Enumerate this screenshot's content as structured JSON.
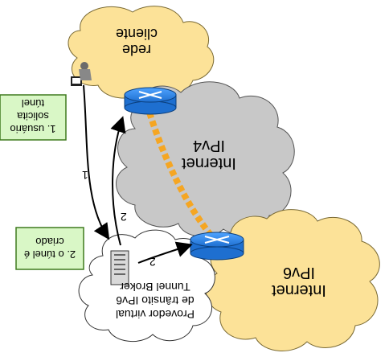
{
  "diagram": {
    "clouds": {
      "client_network": "rede\ncliente",
      "ipv4_internet": "Internet\nIPv4",
      "ipv6_internet": "Internet\nIPv6",
      "virtual_provider": "Provedor virtual\nde trânsito IPv6\nTunnel Broker"
    },
    "steps": {
      "step1_box": "1. usuário\nsolicita\ntúnel",
      "step2_box": "2. o túnel é\ncriado",
      "arrow1_label": "1",
      "arrow2a_label": "2",
      "arrow2b_label": "2"
    },
    "colors": {
      "yellow_cloud": "#FCE298",
      "grey_cloud": "#C8C8C8",
      "white_cloud": "#FFFFFF",
      "router_blue": "#1E6FD0",
      "tunnel_orange": "#F5A623",
      "step_box_fill": "#D9F7C6",
      "step_box_border": "#3F7A1F"
    }
  }
}
